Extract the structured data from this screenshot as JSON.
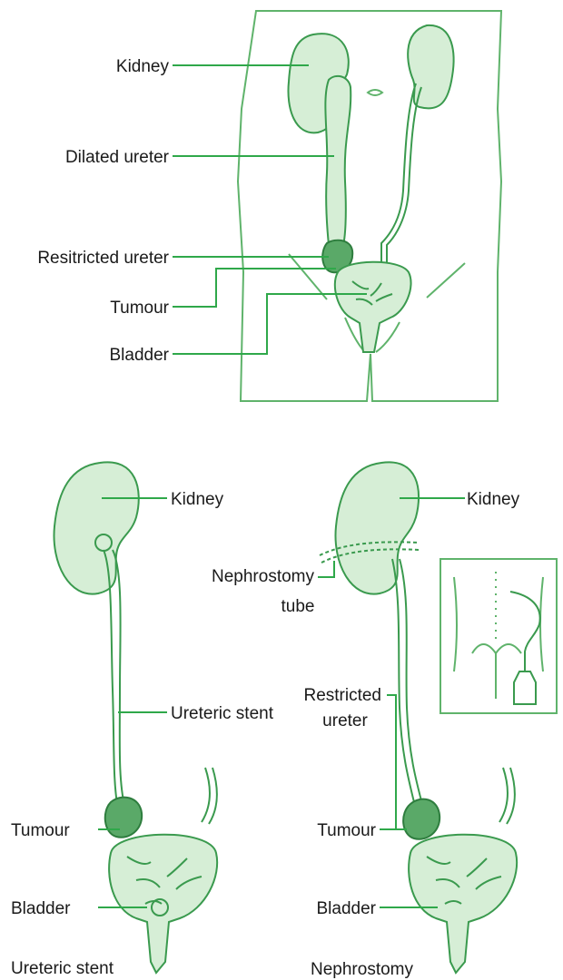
{
  "top_diagram": {
    "labels": {
      "kidney": "Kidney",
      "dilated_ureter": "Dilated ureter",
      "restricted_ureter": "Resitricted ureter",
      "tumour": "Tumour",
      "bladder": "Bladder"
    }
  },
  "stent_diagram": {
    "labels": {
      "kidney": "Kidney",
      "ureteric_stent": "Ureteric stent",
      "tumour": "Tumour",
      "bladder": "Bladder"
    },
    "caption": "Ureteric stent"
  },
  "nephrostomy_diagram": {
    "labels": {
      "kidney": "Kidney",
      "nephrostomy_tube_line1": "Nephrostomy",
      "nephrostomy_tube_line2": "tube",
      "restricted_ureter_line1": "Restricted",
      "restricted_ureter_line2": "ureter",
      "tumour": "Tumour",
      "bladder": "Bladder"
    },
    "caption": "Nephrostomy"
  },
  "colors": {
    "accent": "#2fa84a",
    "organ_fill": "#d6eed6",
    "tumour_fill": "#5aa968"
  }
}
